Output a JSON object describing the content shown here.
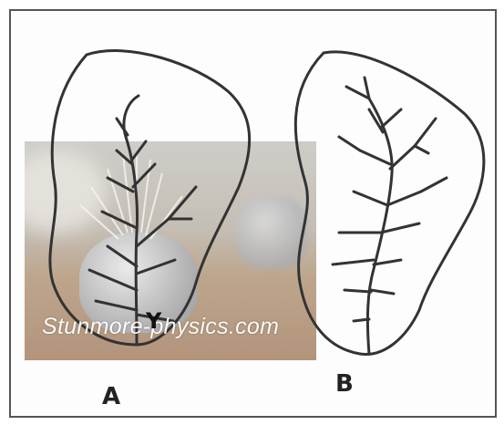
{
  "labels": {
    "leaf_a": "A",
    "leaf_b": "B",
    "marker_y": "Y"
  },
  "watermark": "Stunmore-physics.com",
  "colors": {
    "outline": "#333333",
    "frame": "#555555",
    "watermark_text": "#ffffff"
  }
}
